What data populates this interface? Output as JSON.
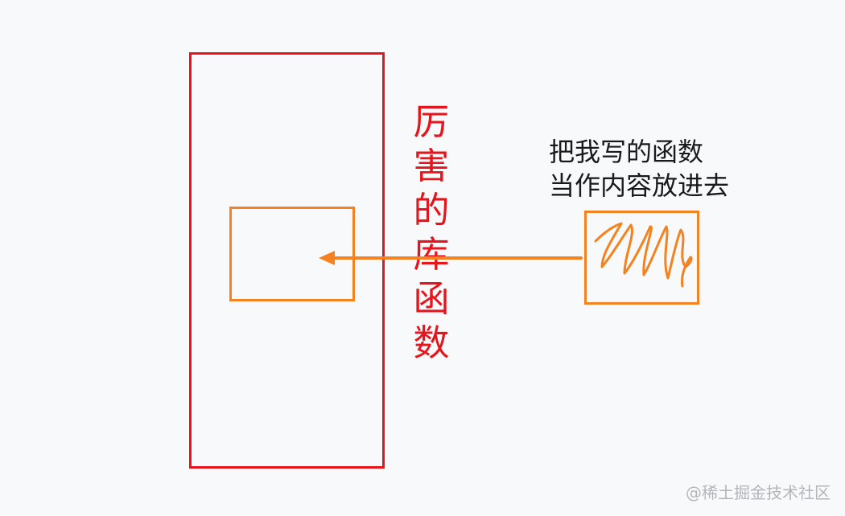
{
  "diagram": {
    "library_label_chars": [
      "厉",
      "害",
      "的",
      "库",
      "函",
      "数"
    ],
    "callback_label_lines": [
      "把我写的函数",
      "当作内容放进去"
    ],
    "watermark": "@稀土掘金技术社区",
    "colors": {
      "library": "#e8141c",
      "callback": "#f5821f",
      "text": "#1a1a1a",
      "background": "#f8f9fb"
    }
  }
}
